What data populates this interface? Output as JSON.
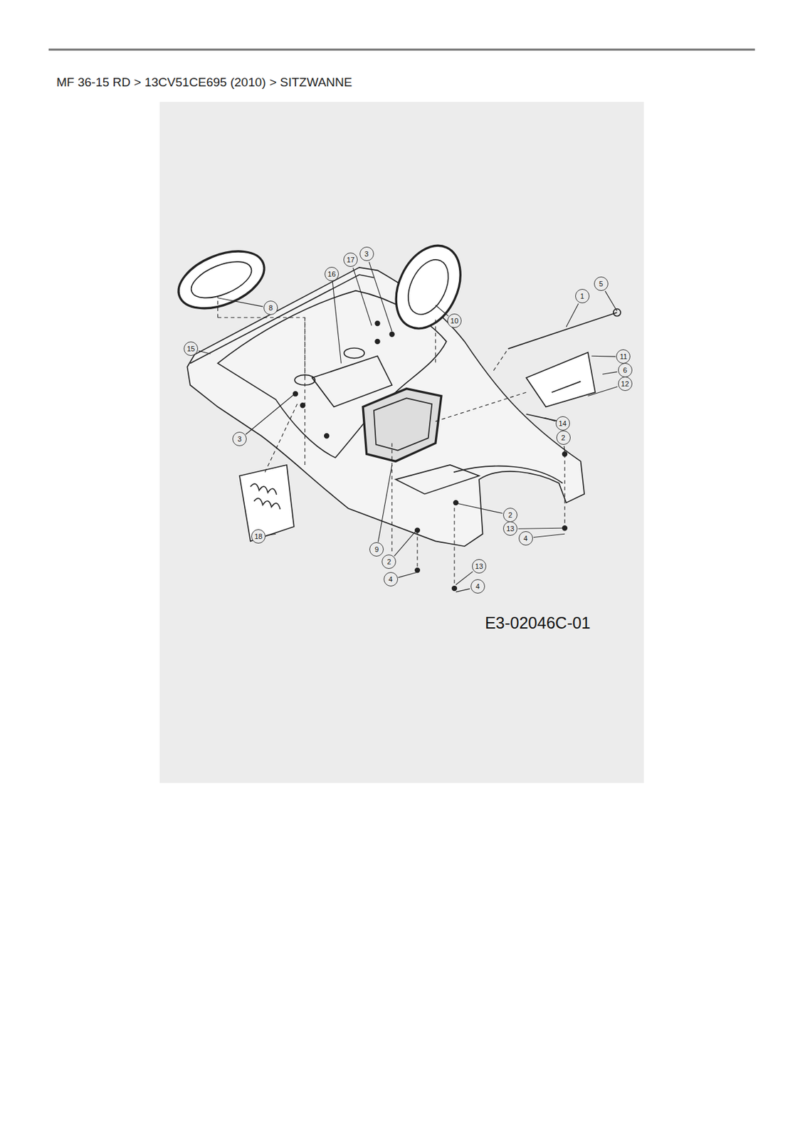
{
  "diagram": {
    "title": "MF 36-15 RD  >  13CV51CE695 (2010)  >  SITZWANNE",
    "labels": [
      "8",
      "16",
      "17",
      "3",
      "5",
      "10",
      "1",
      "15",
      "11",
      "6",
      "12",
      "14",
      "2",
      "3",
      "2",
      "13",
      "4",
      "18",
      "9",
      "2",
      "4",
      "13",
      "4",
      "E3-02046C-01"
    ]
  }
}
